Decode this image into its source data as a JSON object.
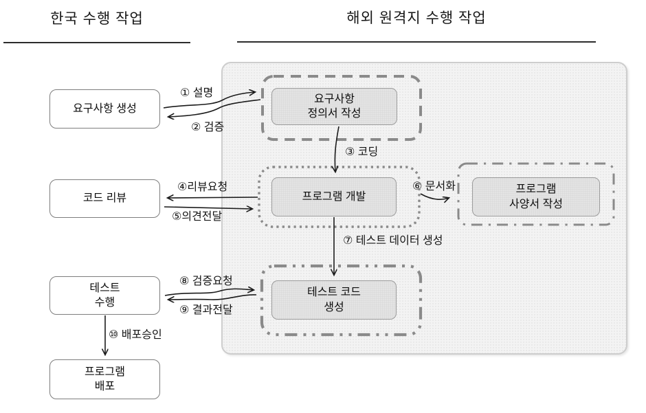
{
  "headers": {
    "korea": "한국 수행 작업",
    "remote": "해외 원격지 수행 작업"
  },
  "korea_tasks": [
    {
      "label": "요구사항 생성"
    },
    {
      "label": "코드 리뷰"
    },
    {
      "label": "테스트\n수행"
    },
    {
      "label": "프로그램\n배포"
    }
  ],
  "remote_tasks": [
    {
      "label": "요구사항\n정의서 작성",
      "outline": "dashed"
    },
    {
      "label": "프로그램 개발",
      "outline": "dotted"
    },
    {
      "label": "프로그램\n사양서 작성",
      "outline": "dash-dot"
    },
    {
      "label": "테스트 코드\n생성",
      "outline": "dash-dot-dot"
    }
  ],
  "flow_labels": [
    {
      "label": "① 설명"
    },
    {
      "label": "② 검증"
    },
    {
      "label": "③ 코딩"
    },
    {
      "label": "④리뷰요청"
    },
    {
      "label": "⑤의견전달"
    },
    {
      "label": "⑥ 문서화"
    },
    {
      "label": "⑦ 테스트 데이터 생성"
    },
    {
      "label": "⑧ 검증요청"
    },
    {
      "label": "⑨ 결과전달"
    },
    {
      "label": "⑩ 배포승인"
    }
  ],
  "colors": {
    "arrow": "#1a1a1a",
    "outline_stroke": "#8a8a8a",
    "container_fill": "#f3f3f3",
    "container_border": "#cdcdcd",
    "task_box_fill": "#e4e4e4"
  }
}
